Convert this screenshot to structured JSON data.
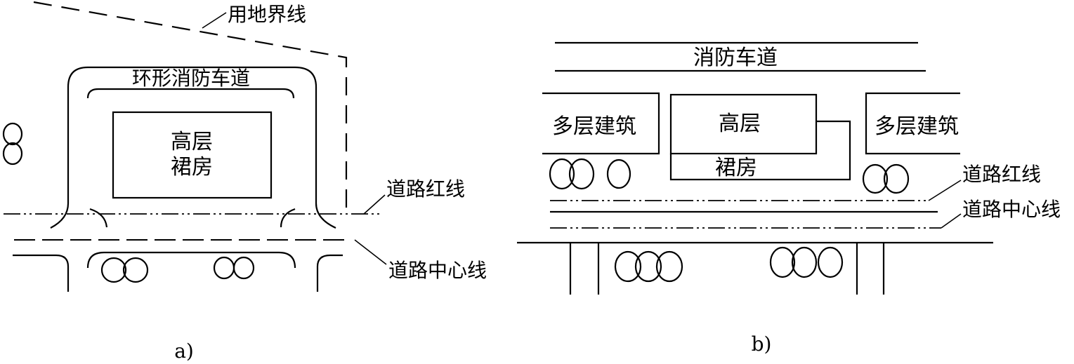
{
  "panel_a": {
    "land_boundary_label": "用地界线",
    "ring_road_label": "环形消防车道",
    "building_label_line1": "高层",
    "building_label_line2": "裙房",
    "road_red_line_label": "道路红线",
    "road_center_line_label": "道路中心线",
    "caption": "a)"
  },
  "panel_b": {
    "fire_lane_label": "消防车道",
    "multistory_left_label": "多层建筑",
    "highrise_label": "高层",
    "podium_label": "裙房",
    "multistory_right_label": "多层建筑",
    "road_red_line_label": "道路红线",
    "road_center_line_label": "道路中心线",
    "caption": "b)"
  }
}
